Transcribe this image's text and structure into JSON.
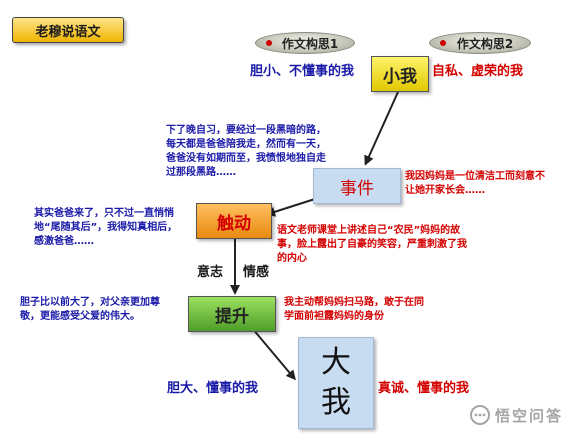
{
  "tag": "老穆说语文",
  "pill_1": "作文构思1",
  "pill_2": "作文构思2",
  "small_self": {
    "box": "小我",
    "left": "胆小、不懂事的我",
    "right": "自私、虚荣的我"
  },
  "event": {
    "box": "事件",
    "left_note": [
      "下了晚自习，要经过一段黑暗的路，",
      "每天都是爸爸陪我走，然而有一天，",
      "爸爸没有如期而至，我愤恨地独自走",
      "过那段黑路……"
    ],
    "right_note": [
      "我因妈妈是一位清洁工而刻意不",
      "让她开家长会……"
    ]
  },
  "touch": {
    "box": "触动",
    "left_note": [
      "其实爸爸来了，只不过一直悄悄",
      "地“尾随其后”，我得知真相后，",
      "感激爸爸……"
    ],
    "right_note": [
      "语文老师课堂上讲述自己“农民”妈妈的故",
      "事，脸上露出了自豪的笑容，严重刺激了我",
      "的内心"
    ]
  },
  "labels": {
    "will": "意志",
    "emotion": "情感"
  },
  "rise": {
    "box": "提升",
    "left_note": [
      "胆子比以前大了，对父亲更加尊",
      "敬，更能感受父爱的伟大。"
    ],
    "right_note": [
      "我主动帮妈妈扫马路，敢于在同",
      "学面前袒露妈妈的身份"
    ]
  },
  "big_self": {
    "char1": "大",
    "char2": "我",
    "left": "胆大、懂事的我",
    "right": "真诚、懂事的我"
  },
  "watermark": "悟空问答",
  "colors": {
    "blue": "#1a1aa8",
    "red": "#d40000",
    "yellow": "#f2dc2a",
    "orange": "#f0a030",
    "green": "#5ab03a",
    "lightblue": "#c7dcf0"
  }
}
